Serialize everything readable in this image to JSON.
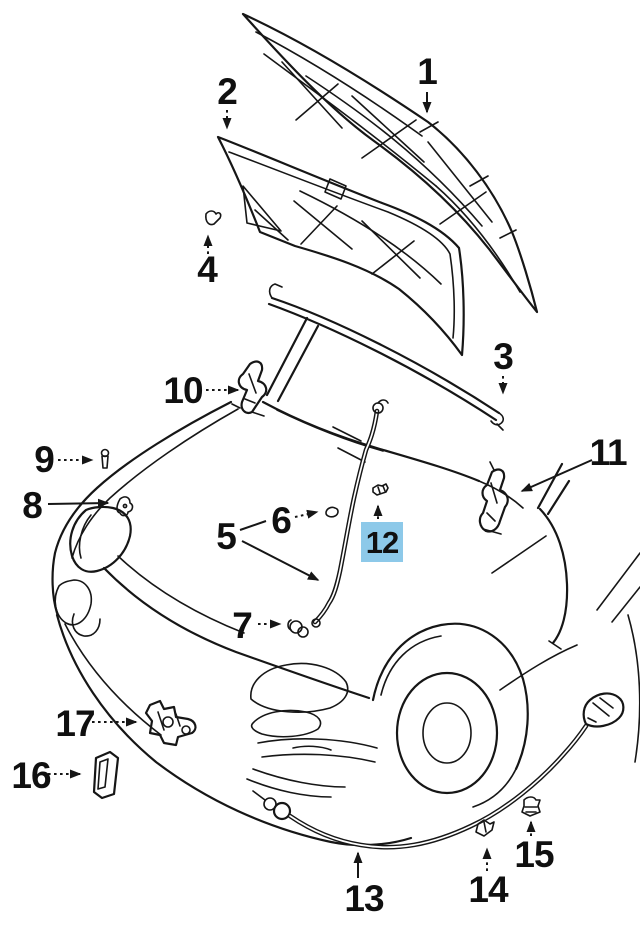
{
  "diagram": {
    "background_color": "#ffffff",
    "line_color": "#161616",
    "highlight": {
      "bg": "#8dc9e9",
      "fg": "#21719f"
    },
    "callouts": [
      {
        "num": "1"
      },
      {
        "num": "2"
      },
      {
        "num": "3"
      },
      {
        "num": "4"
      },
      {
        "num": "5"
      },
      {
        "num": "6"
      },
      {
        "num": "7"
      },
      {
        "num": "8"
      },
      {
        "num": "9"
      },
      {
        "num": "10"
      },
      {
        "num": "11"
      },
      {
        "num": "12",
        "highlighted": true
      },
      {
        "num": "13"
      },
      {
        "num": "14"
      },
      {
        "num": "15"
      },
      {
        "num": "16"
      },
      {
        "num": "17"
      }
    ]
  }
}
